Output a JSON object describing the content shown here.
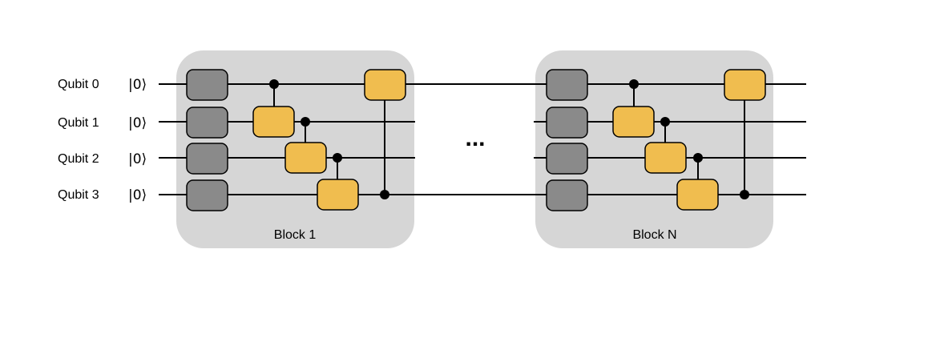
{
  "qubits": [
    {
      "label": "Qubit 0",
      "state": "|0⟩"
    },
    {
      "label": "Qubit 1",
      "state": "|0⟩"
    },
    {
      "label": "Qubit 2",
      "state": "|0⟩"
    },
    {
      "label": "Qubit 3",
      "state": "|0⟩"
    }
  ],
  "blocks": [
    {
      "label": "Block 1"
    },
    {
      "label": "Block N"
    }
  ],
  "ellipsis": "...",
  "colors": {
    "block_bg": "#d6d6d6",
    "single_gate": "#8a8a8a",
    "entangling_gate": "#f0bd4f",
    "wire": "#000000"
  }
}
